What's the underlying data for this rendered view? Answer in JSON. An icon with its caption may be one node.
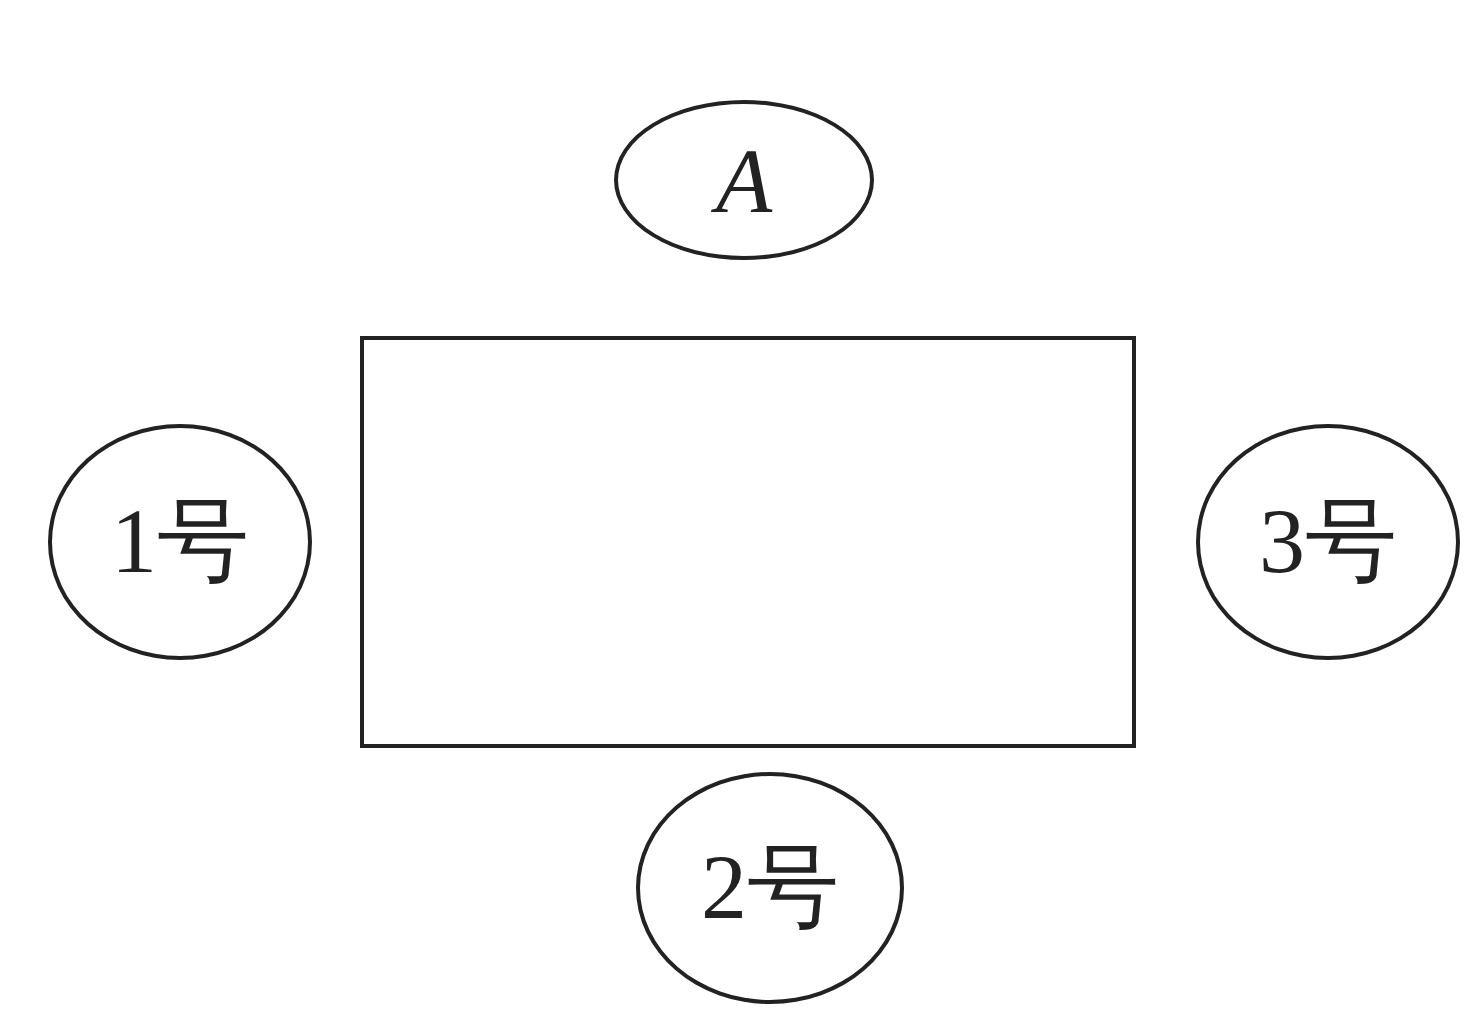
{
  "diagram": {
    "nodes": [
      {
        "text": [
          "A"
        ]
      },
      {
        "text": [],
        "shape": "box"
      },
      {
        "text": [
          "1号"
        ]
      },
      {
        "text": [
          "3号"
        ]
      },
      {
        "text": [
          "2号"
        ]
      }
    ]
  }
}
